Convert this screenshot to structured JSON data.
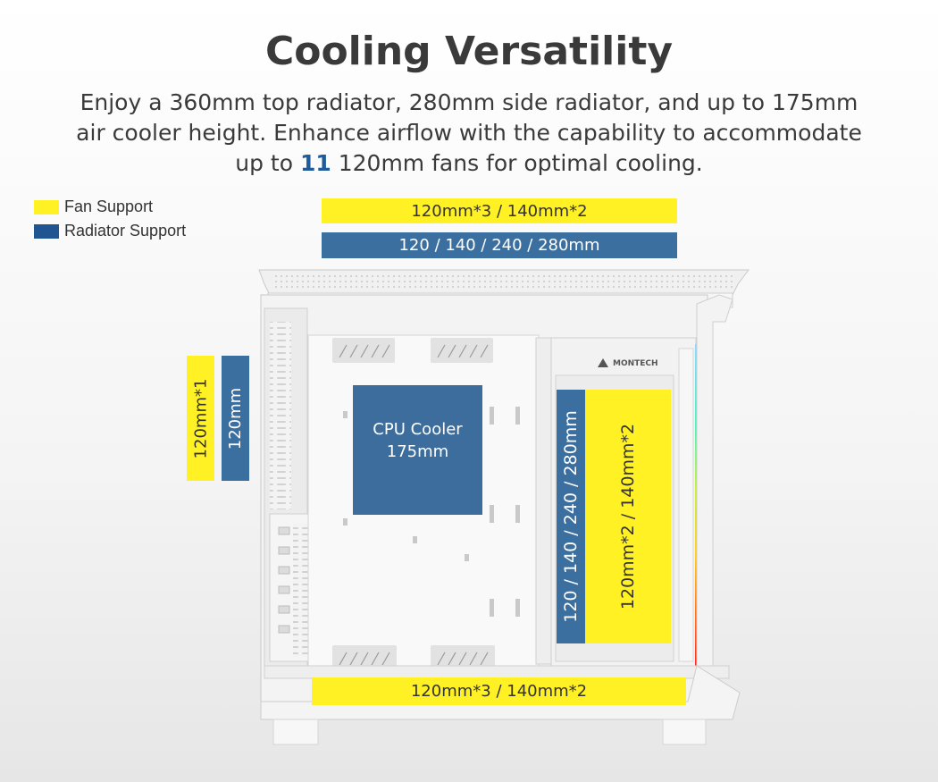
{
  "header": {
    "title": "Cooling Versatility",
    "subtitle_line1": "Enjoy a 360mm top radiator, 280mm side radiator, and up to 175mm",
    "subtitle_line2": "air cooler height. Enhance airflow with the capability to accommodate",
    "subtitle_line3_pre": "up to ",
    "subtitle_line3_num": "11",
    "subtitle_line3_post": " 120mm fans for optimal cooling."
  },
  "legend": {
    "fan": "Fan Support",
    "radiator": "Radiator Support"
  },
  "labels": {
    "top_fan": "120mm*3 / 140mm*2",
    "top_radiator": "120 / 140 / 240 / 280mm",
    "rear_fan": "120mm*1",
    "rear_radiator": "120mm",
    "cpu_line1": "CPU Cooler",
    "cpu_line2": "175mm",
    "side_radiator": "120 / 140 / 240 / 280mm",
    "side_fan": "120mm*2 / 140mm*2",
    "bottom_fan": "120mm*3 / 140mm*2",
    "brand": "MONTECH"
  },
  "colors": {
    "fan": "#fff123",
    "radiator": "#3b6f9f",
    "accent_text": "#1f5c99"
  }
}
